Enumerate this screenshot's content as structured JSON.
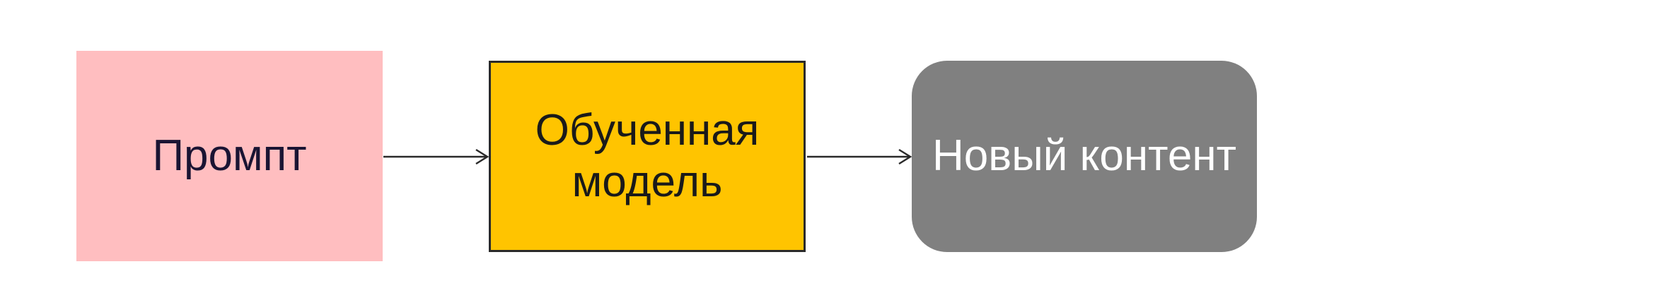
{
  "diagram": {
    "nodes": [
      {
        "id": "prompt",
        "label": "Промпт",
        "shape": "rectangle",
        "fill": "#ffbec0",
        "text_color": "#1a1433"
      },
      {
        "id": "model",
        "label": "Обученная модель",
        "lines": [
          "Обученная",
          "модель"
        ],
        "shape": "rectangle-bordered",
        "fill": "#ffc400",
        "border": "#2a2a2a",
        "text_color": "#1a1a1a"
      },
      {
        "id": "output",
        "label": "Новый контент",
        "shape": "rounded-rectangle",
        "fill": "#808080",
        "text_color": "#ffffff"
      }
    ],
    "edges": [
      {
        "from": "prompt",
        "to": "model"
      },
      {
        "from": "model",
        "to": "output"
      }
    ],
    "edge_color": "#2a2a2a"
  }
}
